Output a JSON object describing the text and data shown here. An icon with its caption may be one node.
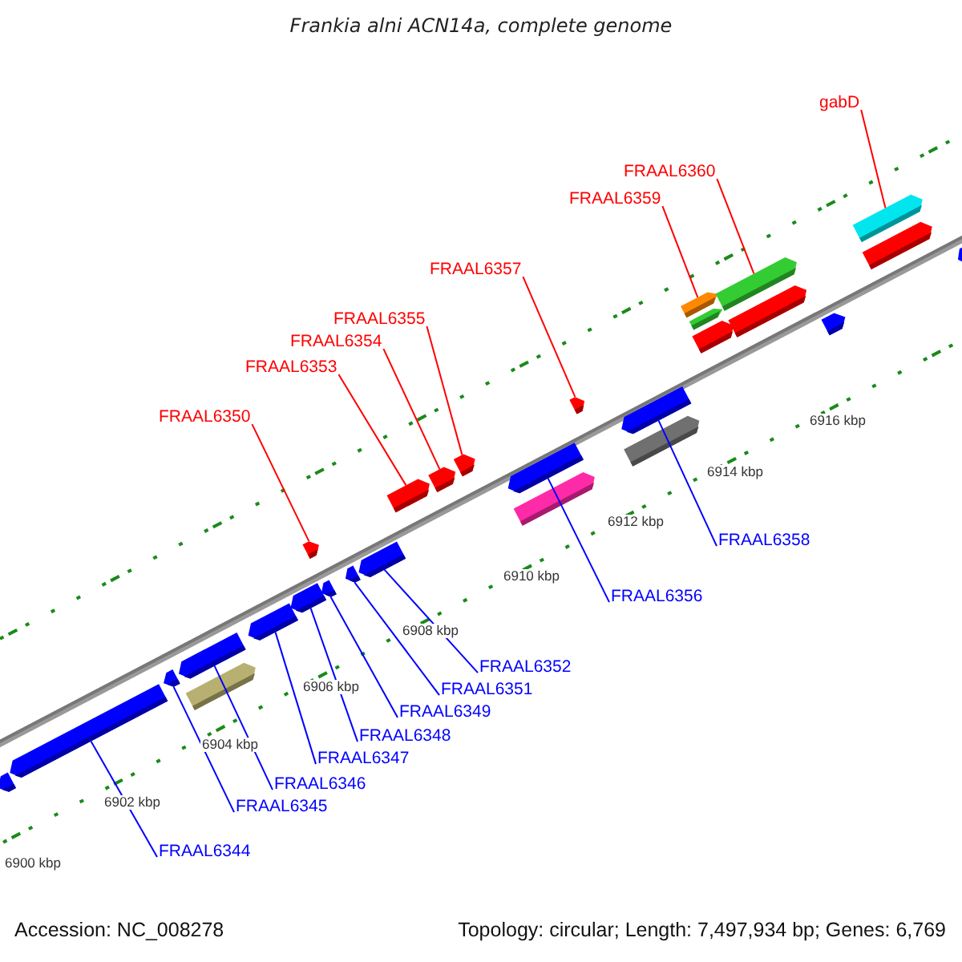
{
  "diagram": {
    "title": "Frankia alni ACN14a, complete genome",
    "nodes": [
      {
        "text": [
          "FRAAL6350"
        ]
      },
      {
        "text": [
          "FRAAL6353"
        ]
      },
      {
        "text": [
          "FRAAL6354"
        ]
      },
      {
        "text": [
          "FRAAL6355"
        ]
      },
      {
        "text": [
          "FRAAL6357"
        ]
      },
      {
        "text": [
          "FRAAL6359"
        ]
      },
      {
        "text": [
          "FRAAL6360"
        ]
      },
      {
        "text": [
          "gabD"
        ]
      },
      {
        "text": [
          "FRAAL6358"
        ]
      },
      {
        "text": [
          "FRAAL6356"
        ]
      },
      {
        "text": [
          "FRAAL6352"
        ]
      },
      {
        "text": [
          "FRAAL6351"
        ]
      },
      {
        "text": [
          "FRAAL6349"
        ]
      },
      {
        "text": [
          "FRAAL6348"
        ]
      },
      {
        "text": [
          "FRAAL6347"
        ]
      },
      {
        "text": [
          "FRAAL6346"
        ]
      },
      {
        "text": [
          "FRAAL6345"
        ]
      },
      {
        "text": [
          "FRAAL6344"
        ]
      },
      {
        "text": [],
        "shape": "arrow"
      },
      {
        "text": [],
        "shape": "arrow"
      },
      {
        "text": [],
        "shape": "arrow"
      },
      {
        "text": [],
        "shape": "arrow"
      },
      {
        "text": [],
        "shape": "arrow"
      },
      {
        "text": [],
        "shape": "arrow"
      },
      {
        "text": [],
        "shape": "arrow"
      },
      {
        "text": [],
        "shape": "arrow"
      },
      {
        "text": [],
        "shape": "arrow"
      },
      {
        "text": [],
        "shape": "arrow"
      },
      {
        "text": [],
        "shape": "arrow"
      },
      {
        "text": [],
        "shape": "arrow"
      },
      {
        "text": [],
        "shape": "arrow"
      },
      {
        "text": [],
        "shape": "arrow"
      },
      {
        "text": [],
        "shape": "arrow"
      },
      {
        "text": [],
        "shape": "arrow"
      },
      {
        "text": [],
        "shape": "arrow"
      },
      {
        "text": [],
        "shape": "arrow"
      },
      {
        "text": [],
        "shape": "arrow"
      },
      {
        "text": [],
        "shape": "arrow"
      },
      {
        "text": [],
        "shape": "arrow"
      },
      {
        "text": [],
        "shape": "arrow"
      },
      {
        "text": [],
        "shape": "arrow"
      },
      {
        "text": [],
        "shape": "arrow"
      },
      {
        "text": [],
        "shape": "arrow"
      },
      {
        "text": [],
        "shape": "arrow"
      },
      {
        "text": [],
        "shape": "arrow"
      },
      {
        "text": [],
        "shape": "arrow"
      }
    ],
    "edges": [
      {
        "from": 17,
        "to": 19,
        "arrow": "none"
      },
      {
        "from": 16,
        "to": 20,
        "arrow": "none"
      },
      {
        "from": 15,
        "to": 21,
        "arrow": "none"
      },
      {
        "from": 14,
        "to": 23,
        "arrow": "none"
      },
      {
        "from": 13,
        "to": 24,
        "arrow": "none"
      },
      {
        "from": 0,
        "to": 25,
        "arrow": "none",
        "color": "#ff0000"
      },
      {
        "from": 12,
        "to": 26,
        "arrow": "none"
      },
      {
        "from": 11,
        "to": 27,
        "arrow": "none"
      },
      {
        "from": 10,
        "to": 28,
        "arrow": "none"
      },
      {
        "from": 1,
        "to": 29,
        "arrow": "none",
        "color": "#ff0000"
      },
      {
        "from": 2,
        "to": 30,
        "arrow": "none",
        "color": "#ff0000"
      },
      {
        "from": 3,
        "to": 31,
        "arrow": "none",
        "color": "#ff0000"
      },
      {
        "from": 9,
        "to": 32,
        "arrow": "none"
      },
      {
        "from": 4,
        "to": 34,
        "arrow": "none",
        "color": "#ff0000"
      },
      {
        "from": 8,
        "to": 35,
        "arrow": "none"
      },
      {
        "from": 5,
        "to": 37,
        "arrow": "none",
        "color": "#ff0000"
      },
      {
        "from": 6,
        "to": 40,
        "arrow": "none",
        "color": "#ff0000"
      },
      {
        "from": 7,
        "to": 43,
        "arrow": "none",
        "color": "#ff0000"
      }
    ],
    "labels": [
      "6916 kbp",
      "6914 kbp",
      "6912 kbp",
      "6910 kbp",
      "6908 kbp",
      "6906 kbp",
      "6904 kbp",
      "6902 kbp",
      "6900 kbp",
      "Accession: NC_008278",
      "Topology: circular; Length: 7,497,934 bp; Genes: 6,769"
    ]
  }
}
